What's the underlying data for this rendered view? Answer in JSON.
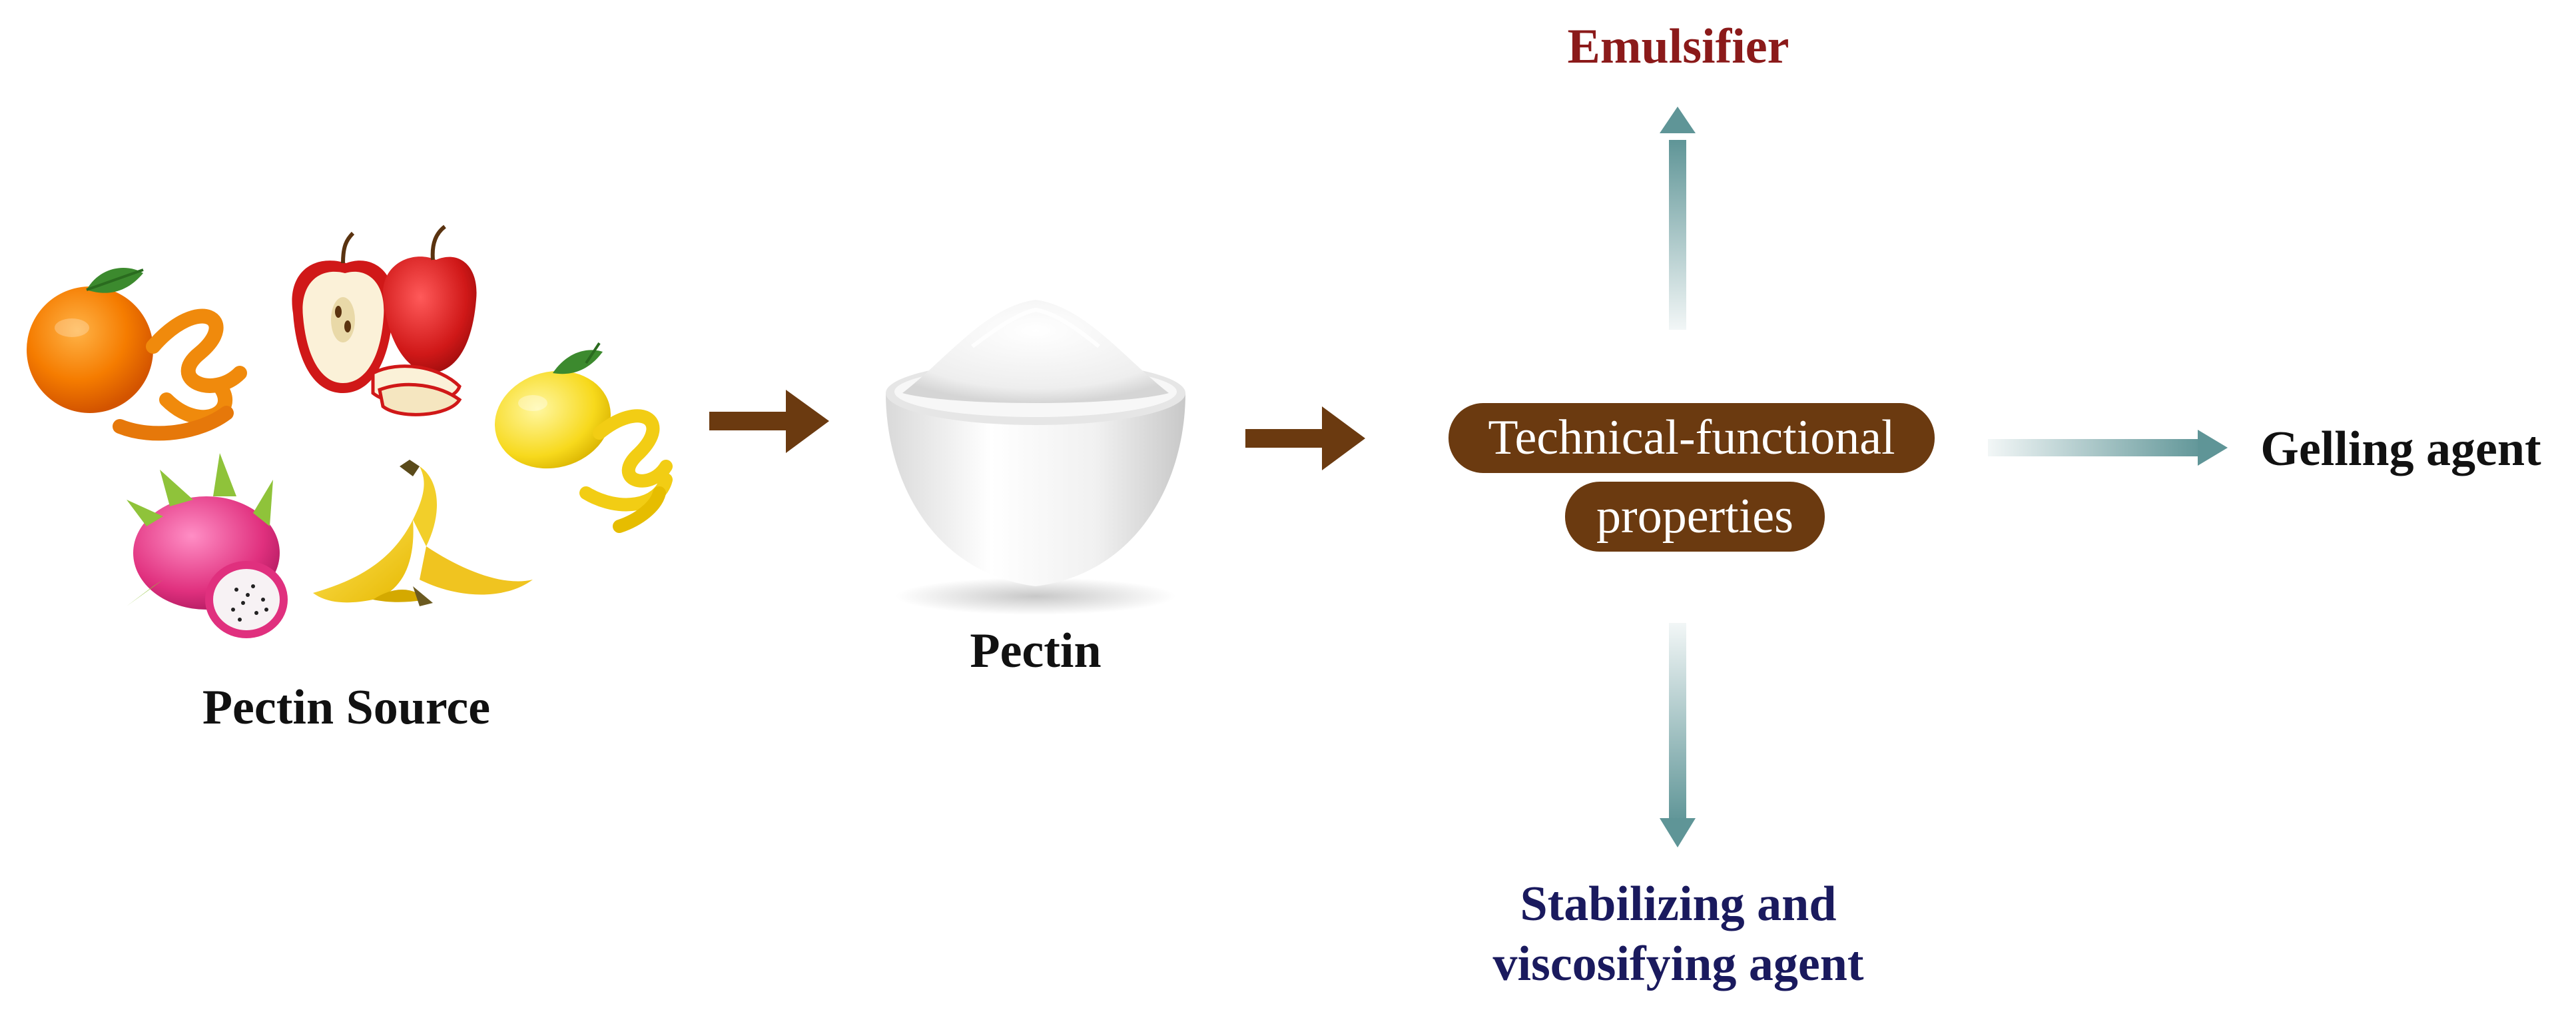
{
  "labels": {
    "pectin_source": "Pectin Source",
    "pectin": "Pectin",
    "property_line1": "Technical-functional",
    "property_line2": "properties",
    "emulsifier": "Emulsifier",
    "gelling_agent": "Gelling agent",
    "stabilizing_line1": "Stabilizing and",
    "stabilizing_line2": "viscosifying agent"
  },
  "icons": {
    "fruits": [
      "orange-icon",
      "orange-peel-icon",
      "apple-icon",
      "lemon-icon",
      "lemon-peel-icon",
      "dragon-fruit-icon",
      "banana-peel-icon"
    ],
    "powder": "pectin-powder-bowl-icon"
  },
  "colors": {
    "brown_arrow": "#6b3a10",
    "teal_arrow": "#5f9597",
    "pill_bg": "#6b3a10",
    "emulsifier_text": "#8b1a1a",
    "stabilizing_text": "#1a1a5e",
    "black_text": "#111111"
  }
}
